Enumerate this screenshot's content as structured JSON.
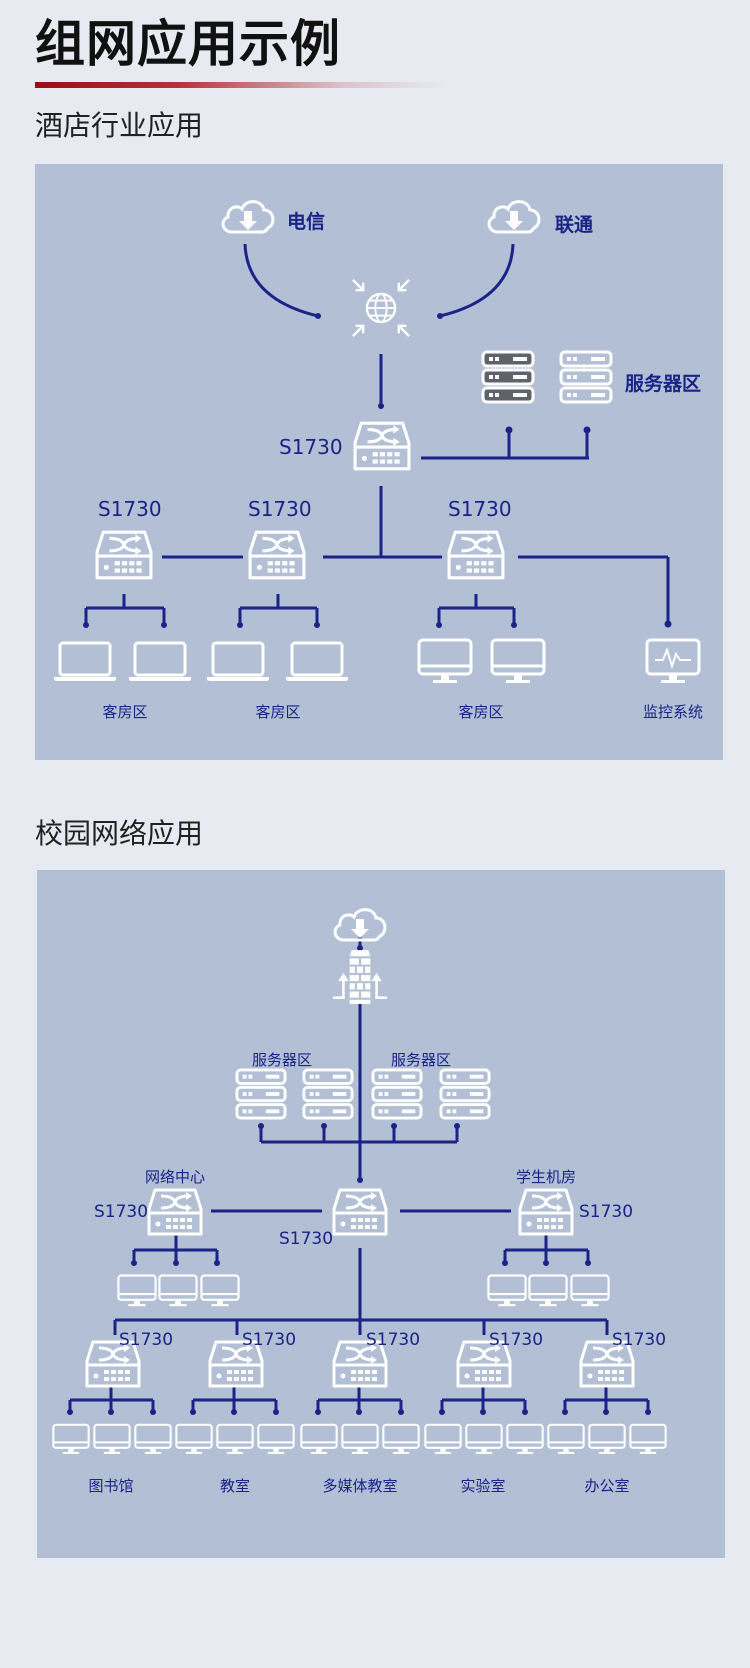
{
  "page_title": "组网应用示例",
  "hotel": {
    "title": "酒店行业应用",
    "isp_a": "电信",
    "isp_b": "联通",
    "server_zone": "服务器区",
    "core_switch": "S1730",
    "access_switch_1": "S1730",
    "access_switch_2": "S1730",
    "access_switch_3": "S1730",
    "room_zone_1": "客房区",
    "room_zone_2": "客房区",
    "room_zone_3": "客房区",
    "monitor": "监控系统"
  },
  "campus": {
    "title": "校园网络应用",
    "server_zone_left": "服务器区",
    "server_zone_right": "服务器区",
    "network_center": "网络中心",
    "student_lab": "学生机房",
    "core_switch": "S1730",
    "left_switch": "S1730",
    "right_switch": "S1730",
    "floor_switches": [
      "S1730",
      "S1730",
      "S1730",
      "S1730",
      "S1730"
    ],
    "floor_zones": [
      "图书馆",
      "教室",
      "多媒体教室",
      "实验室",
      "办公室"
    ]
  },
  "colors": {
    "line": "#1a2387",
    "icon": "#ffffff",
    "accent_rule": "#9a0e14",
    "panel_bg": "#b3bfd4",
    "dark_server": "#5f6369"
  }
}
